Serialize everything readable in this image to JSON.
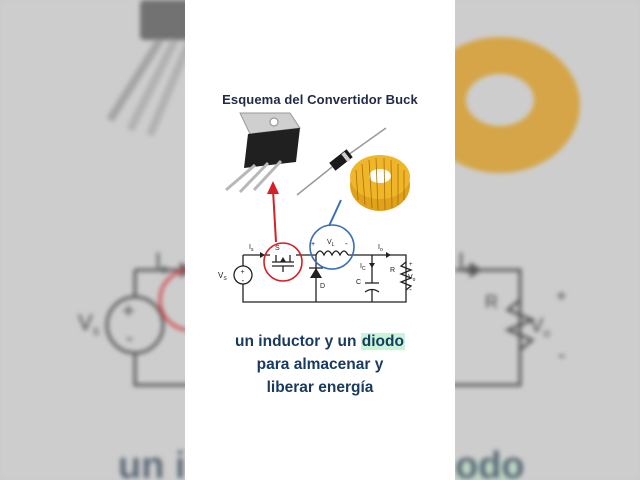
{
  "title": "Esquema del Convertidor Buck",
  "caption": {
    "line1_before": "un inductor y un ",
    "line1_highlight": "diodo",
    "line2": "para almacenar y",
    "line3": "liberar energía"
  },
  "circuit_labels": {
    "vs": "V",
    "vs_sub": "S",
    "is": "I",
    "is_sub": "s",
    "switch": "S",
    "vl": "V",
    "vl_sub": "L",
    "diode": "D",
    "ic": "I",
    "ic_sub": "C",
    "capacitor": "C",
    "io": "I",
    "io_sub": "o",
    "resistor": "R",
    "vo": "V",
    "vo_sub": "o",
    "plus": "+",
    "minus": "-"
  },
  "background_labels": {
    "is": "I",
    "is_sub": "s",
    "vs": "V",
    "vs_sub": "s",
    "io": "I",
    "io_sub": "o",
    "r": "R",
    "vo": "V",
    "vo_sub": "o",
    "caption_fragment": "un i",
    "caption_fragment_right": "odo"
  },
  "colors": {
    "highlight": "#c8f5d7",
    "caption_text": "#173a5e",
    "switch_circle": "#d61f26",
    "inductor_circle": "#3b6fb6",
    "red_arrow": "#d61f26",
    "blue_line": "#3b6fb6",
    "toroid": "#e0a11b"
  }
}
